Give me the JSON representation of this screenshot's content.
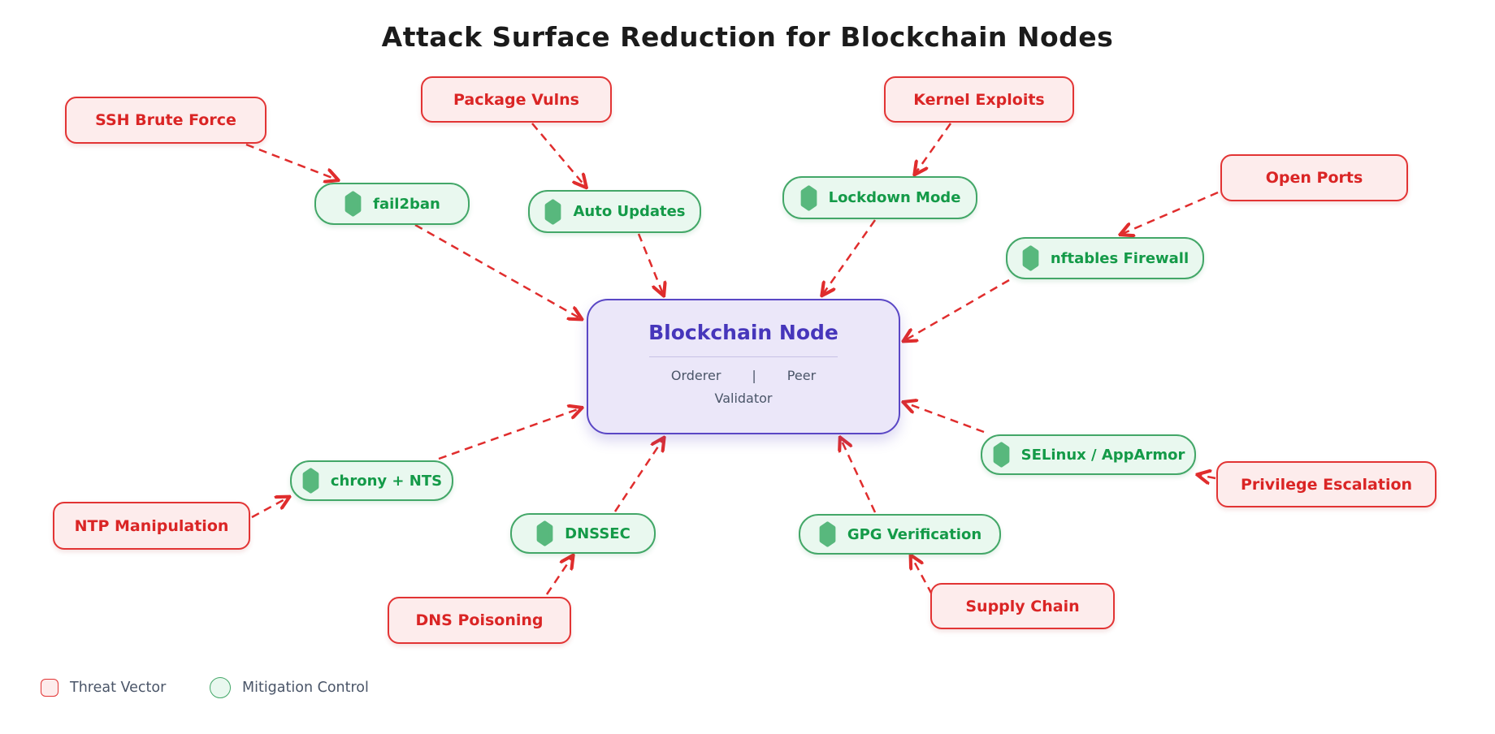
{
  "title": "Attack Surface Reduction for Blockchain Nodes",
  "center_node": {
    "title": "Blockchain Node",
    "roles_left": "Orderer",
    "roles_sep": "|",
    "roles_right": "Peer",
    "roles_line2": "Validator"
  },
  "threats": [
    {
      "id": "ssh-brute-force",
      "label": "SSH Brute Force"
    },
    {
      "id": "package-vulns",
      "label": "Package Vulns"
    },
    {
      "id": "kernel-exploits",
      "label": "Kernel Exploits"
    },
    {
      "id": "open-ports",
      "label": "Open Ports"
    },
    {
      "id": "privilege-escalation",
      "label": "Privilege Escalation"
    },
    {
      "id": "supply-chain",
      "label": "Supply Chain"
    },
    {
      "id": "dns-poisoning",
      "label": "DNS Poisoning"
    },
    {
      "id": "ntp-manipulation",
      "label": "NTP Manipulation"
    }
  ],
  "mitigations": [
    {
      "id": "fail2ban",
      "label": "fail2ban",
      "icon": "shield-icon"
    },
    {
      "id": "auto-updates",
      "label": "Auto Updates",
      "icon": "shield-icon"
    },
    {
      "id": "lockdown-mode",
      "label": "Lockdown Mode",
      "icon": "shield-icon"
    },
    {
      "id": "nftables-firewall",
      "label": "nftables Firewall",
      "icon": "shield-icon"
    },
    {
      "id": "selinux-apparmor",
      "label": "SELinux / AppArmor",
      "icon": "shield-icon"
    },
    {
      "id": "gpg-verification",
      "label": "GPG Verification",
      "icon": "shield-icon"
    },
    {
      "id": "dnssec",
      "label": "DNSSEC",
      "icon": "shield-icon"
    },
    {
      "id": "chrony-nts",
      "label": "chrony + NTS",
      "icon": "shield-icon"
    }
  ],
  "connections": [
    {
      "from": "ssh-brute-force",
      "to": "fail2ban"
    },
    {
      "from": "package-vulns",
      "to": "auto-updates"
    },
    {
      "from": "kernel-exploits",
      "to": "lockdown-mode"
    },
    {
      "from": "open-ports",
      "to": "nftables-firewall"
    },
    {
      "from": "privilege-escalation",
      "to": "selinux-apparmor"
    },
    {
      "from": "supply-chain",
      "to": "gpg-verification"
    },
    {
      "from": "dns-poisoning",
      "to": "dnssec"
    },
    {
      "from": "ntp-manipulation",
      "to": "chrony-nts"
    },
    {
      "from": "fail2ban",
      "to": "blockchain-node"
    },
    {
      "from": "auto-updates",
      "to": "blockchain-node"
    },
    {
      "from": "lockdown-mode",
      "to": "blockchain-node"
    },
    {
      "from": "nftables-firewall",
      "to": "blockchain-node"
    },
    {
      "from": "selinux-apparmor",
      "to": "blockchain-node"
    },
    {
      "from": "gpg-verification",
      "to": "blockchain-node"
    },
    {
      "from": "dnssec",
      "to": "blockchain-node"
    },
    {
      "from": "chrony-nts",
      "to": "blockchain-node"
    }
  ],
  "legend": {
    "threat_label": "Threat Vector",
    "mitigation_label": "Mitigation Control"
  },
  "colors": {
    "threat_border": "#e23434",
    "threat_fill": "#fdecec",
    "threat_text": "#da2525",
    "mitigation_border": "#43a768",
    "mitigation_fill": "#e9f8ef",
    "mitigation_text": "#149a48",
    "shield_icon": "#58b87d",
    "center_border": "#5a47c5",
    "center_fill": "#ebe7f9",
    "center_text": "#4636bb",
    "secondary_text": "#4a5568",
    "arrow": "#e02d2d",
    "title_text": "#1b1b1b"
  }
}
